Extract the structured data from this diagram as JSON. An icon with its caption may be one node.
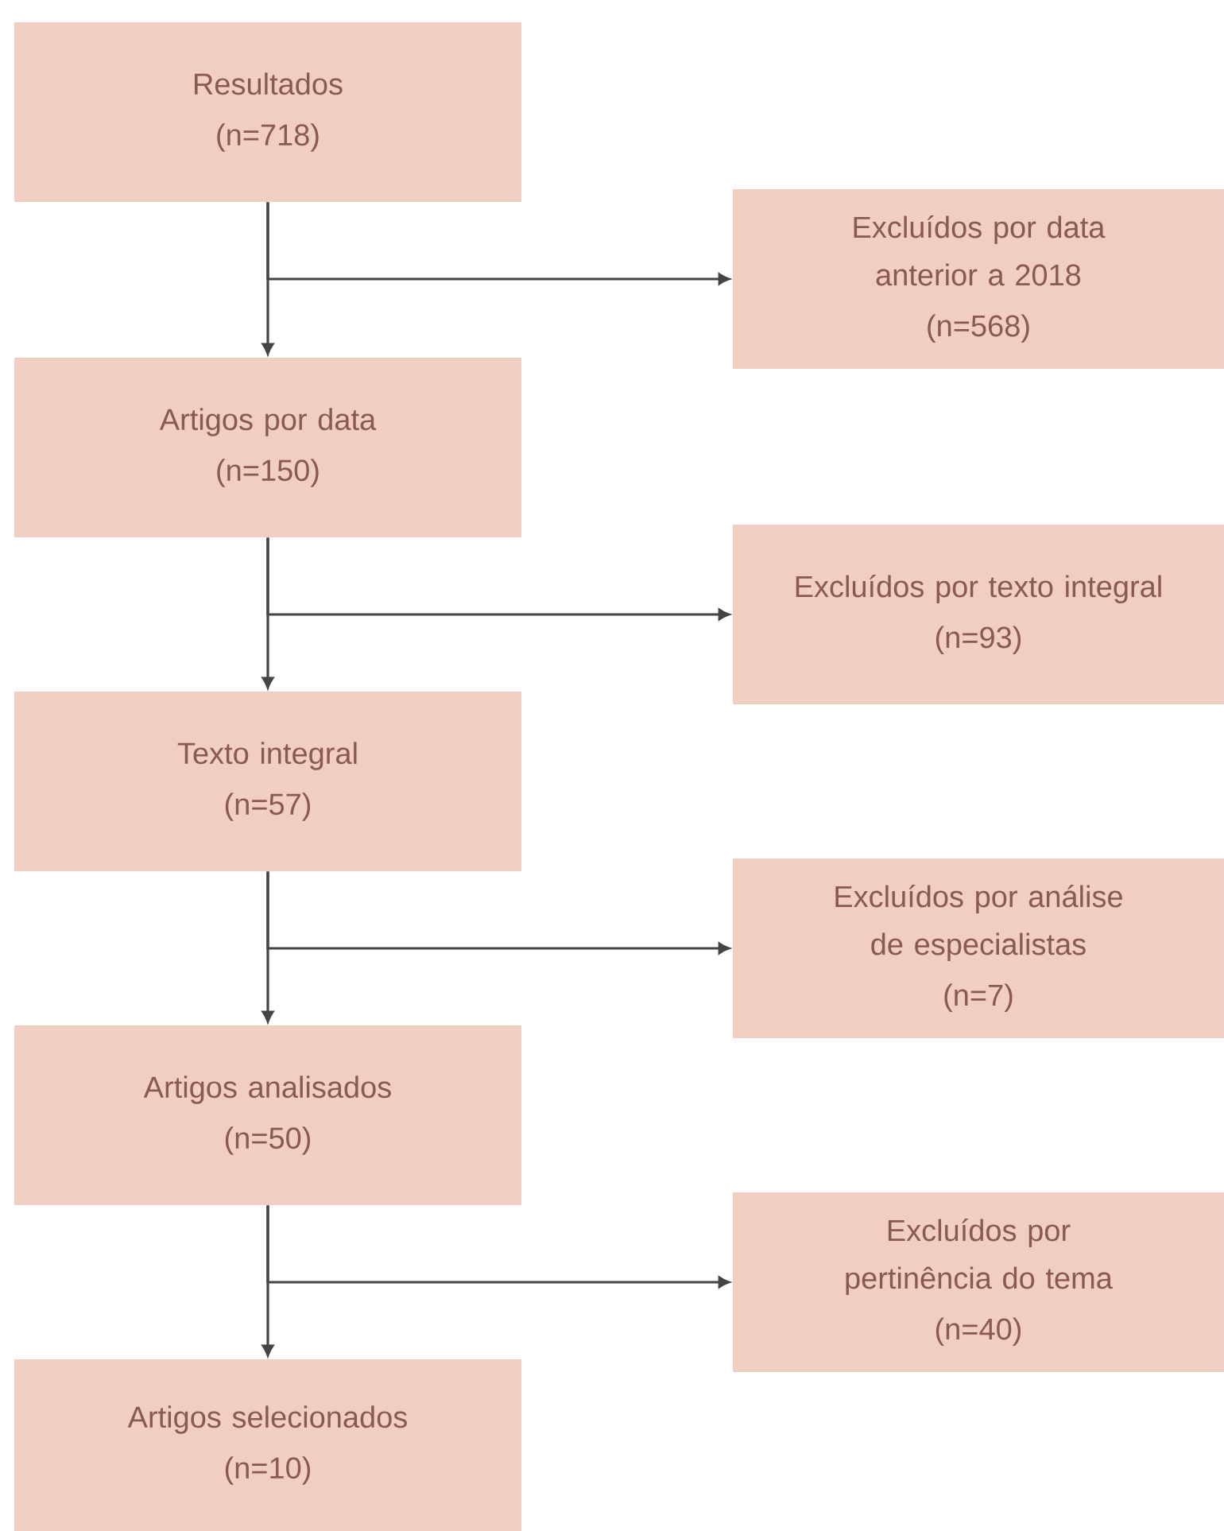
{
  "diagram": {
    "nodes": [
      {
        "text": [
          "Resultados",
          "(n=718)"
        ]
      },
      {
        "text": [
          "Excluídos por data anterior a 2018",
          "(n=568)"
        ]
      },
      {
        "text": [
          "Artigos por data",
          "(n=150)"
        ]
      },
      {
        "text": [
          "Excluídos por texto integral",
          "(n=93)"
        ]
      },
      {
        "text": [
          "Texto integral",
          "(n=57)"
        ]
      },
      {
        "text": [
          "Excluídos por análise de especialistas",
          "(n=7)"
        ]
      },
      {
        "text": [
          "Artigos analisados",
          "(n=50)"
        ]
      },
      {
        "text": [
          "Excluídos por pertinência do tema",
          "(n=40)"
        ]
      },
      {
        "text": [
          "Artigos selecionados",
          "(n=10)"
        ]
      }
    ],
    "edges": [
      {
        "from": 0,
        "to": 2,
        "arrow": "to"
      },
      {
        "from": 0,
        "to": 1,
        "arrow": "to"
      },
      {
        "from": 2,
        "to": 4,
        "arrow": "to"
      },
      {
        "from": 2,
        "to": 3,
        "arrow": "to"
      },
      {
        "from": 4,
        "to": 6,
        "arrow": "to"
      },
      {
        "from": 4,
        "to": 5,
        "arrow": "to"
      },
      {
        "from": 6,
        "to": 8,
        "arrow": "to"
      },
      {
        "from": 6,
        "to": 7,
        "arrow": "to"
      }
    ]
  }
}
